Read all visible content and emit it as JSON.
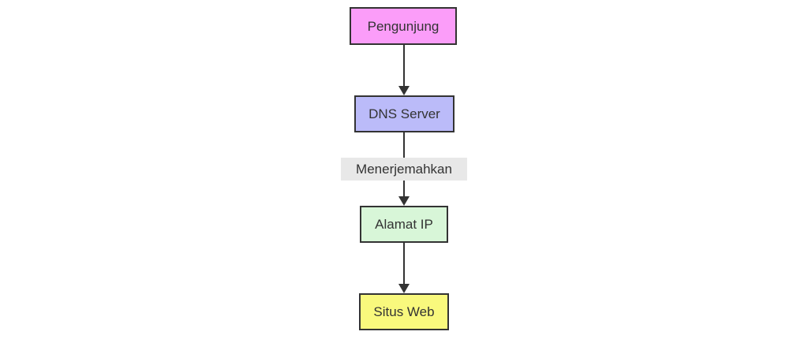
{
  "diagram": {
    "type": "flowchart",
    "direction": "top-down",
    "background_color": "#ffffff",
    "line_color": "#333333",
    "node_border_color": "#333333",
    "node_text_color": "#333333",
    "nodes": [
      {
        "id": "pengunjung",
        "label": "Pengunjung",
        "fill": "#fb9df9"
      },
      {
        "id": "dns-server",
        "label": "DNS Server",
        "fill": "#bbbbf9"
      },
      {
        "id": "alamat-ip",
        "label": "Alamat IP",
        "fill": "#d8f6d8"
      },
      {
        "id": "situs-web",
        "label": "Situs Web",
        "fill": "#f9f97d"
      }
    ],
    "edges": [
      {
        "from": "pengunjung",
        "to": "dns-server",
        "label": ""
      },
      {
        "from": "dns-server",
        "to": "alamat-ip",
        "label": "Menerjemahkan"
      },
      {
        "from": "alamat-ip",
        "to": "situs-web",
        "label": ""
      }
    ],
    "edge_label_bg": "#e8e8e8"
  }
}
